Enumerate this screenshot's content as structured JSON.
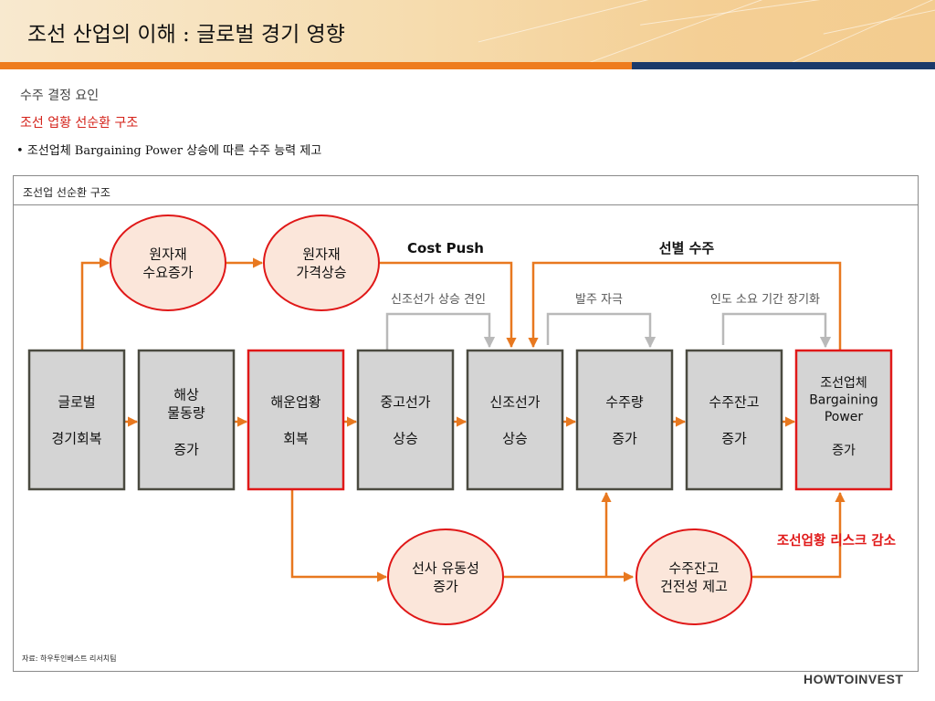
{
  "header": {
    "title": "조선 산업의 이해 : 글로벌 경기 영향"
  },
  "section": {
    "label": "수주 결정 요인",
    "subtitle": "조선 업황 선순환 구조",
    "bullet": "조선업체  Bargaining Power 상승에 따른 수주 능력 제고"
  },
  "diagram": {
    "panel_title": "조선업 선순환 구조",
    "boxes": [
      {
        "id": "box1",
        "lines": [
          "글로벌",
          "",
          "경기회복"
        ],
        "highlight": false
      },
      {
        "id": "box2",
        "lines": [
          "해상",
          "물동량",
          "",
          "증가"
        ],
        "highlight": false
      },
      {
        "id": "box3",
        "lines": [
          "해운업황",
          "",
          "회복"
        ],
        "highlight": true
      },
      {
        "id": "box4",
        "lines": [
          "중고선가",
          "",
          "상승"
        ],
        "highlight": false
      },
      {
        "id": "box5",
        "lines": [
          "신조선가",
          "",
          "상승"
        ],
        "highlight": false
      },
      {
        "id": "box6",
        "lines": [
          "수주량",
          "",
          "증가"
        ],
        "highlight": false
      },
      {
        "id": "box7",
        "lines": [
          "수주잔고",
          "",
          "증가"
        ],
        "highlight": false
      },
      {
        "id": "box8",
        "lines": [
          "조선업체",
          "Bargaining",
          "Power",
          "",
          "증가"
        ],
        "highlight": true
      }
    ],
    "circles": [
      {
        "id": "circle1",
        "lines": [
          "원자재",
          "수요증가"
        ]
      },
      {
        "id": "circle2",
        "lines": [
          "원자재",
          "가격상승"
        ]
      },
      {
        "id": "circle3",
        "lines": [
          "선사 유동성",
          "증가"
        ]
      },
      {
        "id": "circle4",
        "lines": [
          "수주잔고",
          "건전성 제고"
        ]
      }
    ],
    "labels": {
      "cost_push": "Cost Push",
      "selective_order": "선별 수주",
      "newbuild_lead": "신조선가 상승 견인",
      "order_stimulus": "발주 자극",
      "delivery_lengthen": "인도 소요 기간 장기화",
      "risk_reduction": "조선업황 리스크 감소"
    },
    "colors": {
      "arrow": "#e8781f",
      "gray_connector": "#b9b9b9",
      "box_fill": "#d4d4d4",
      "box_border": "#4a4a40",
      "highlight_border": "#e01818",
      "circle_fill": "#fbe6da",
      "risk_text": "#e01818"
    }
  },
  "footer": {
    "source": "자료: 하우투인베스트 리서치팀",
    "brand": "HOWTOINVEST"
  }
}
